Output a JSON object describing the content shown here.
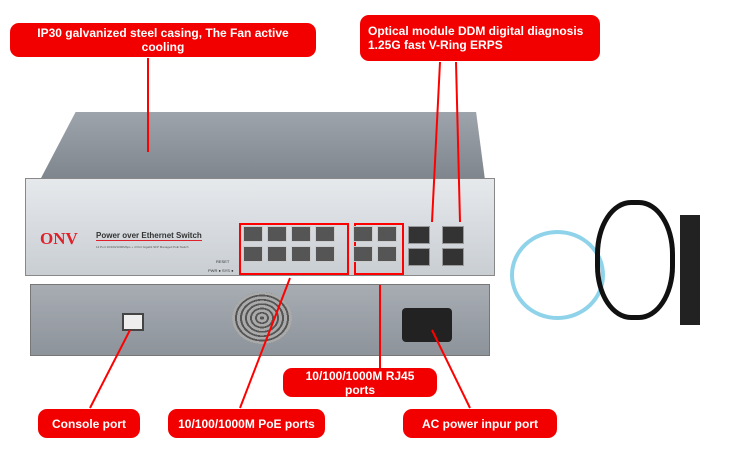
{
  "product": {
    "brand": "ONV",
    "name": "Power over Ethernet Switch",
    "subtitle": "12 Port 10/100/1000Mbps + 4 Port Gigabit SFP Managed PoE Switch",
    "reset_label": "RESET",
    "led_labels": "PWR ● SYS ●"
  },
  "callouts": {
    "casing": "IP30 galvanized steel casing, The Fan active cooling",
    "optical_line1": "Optical module DDM digital diagnosis",
    "optical_line2": "1.25G fast V-Ring ERPS",
    "rj45": "10/100/1000M  RJ45 ports",
    "console": "Console port",
    "poe": "10/100/1000M  PoE ports",
    "ac": "AC power  inpur  port"
  },
  "colors": {
    "callout": "#f20000",
    "panel": "#d9dde0",
    "body": "#8a9098"
  }
}
